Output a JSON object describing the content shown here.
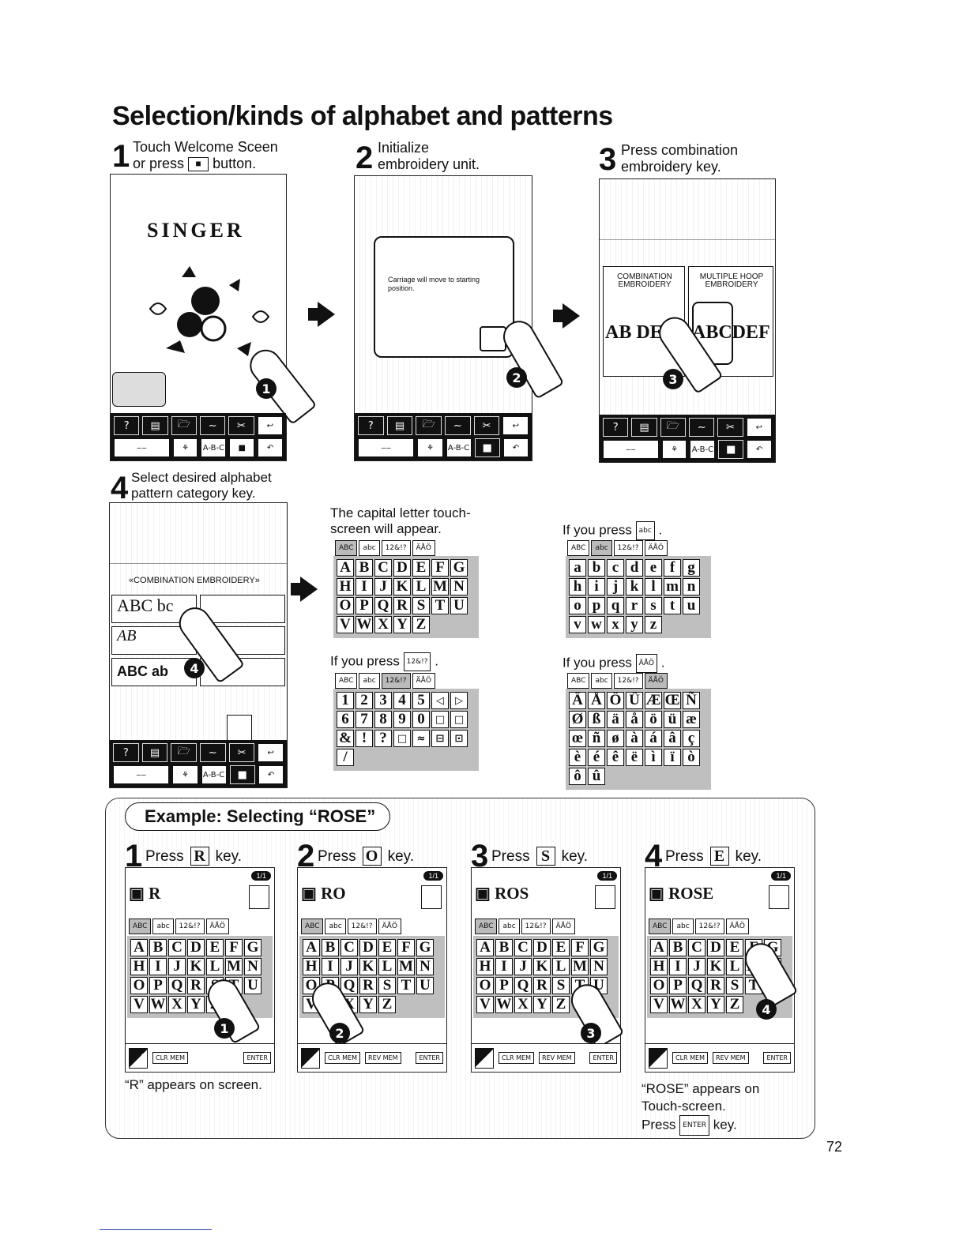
{
  "page": {
    "title": "Selection/kinds of alphabet and patterns",
    "page_number": "72"
  },
  "steps": [
    {
      "num": "1",
      "line1": "Touch Welcome Sceen",
      "line2_pre": "or press",
      "line2_post": "button."
    },
    {
      "num": "2",
      "line1": "Initialize",
      "line2": "embroidery unit."
    },
    {
      "num": "3",
      "line1": "Press combination",
      "line2": "embroidery key."
    },
    {
      "num": "4",
      "line1": "Select desired alphabet",
      "line2": "pattern category key."
    }
  ],
  "screens": {
    "welcome_brand": "SINGER",
    "carriage_message": "Carriage will move to starting position.",
    "combination_label": "COMBINATION EMBROIDERY",
    "multiple_hoop_label": "MULTIPLE HOOP EMBROIDERY",
    "combination_sample": "AB DEF",
    "multiple_sample": "ABCDEF",
    "category_header": "«COMBINATION EMBROIDERY»",
    "category_sample1": "ABC bc",
    "category_sample2": "AB",
    "category_sample3": "ABC ab"
  },
  "toolbar": {
    "help": "?",
    "abc": "A-B-C"
  },
  "keyboards": {
    "tabs": [
      "ABC",
      "abc",
      "12&!?",
      "ÄÅÖ"
    ],
    "capital_caption": "The capital letter touch-screen will appear.",
    "lower_caption_pre": "If you press",
    "lower_key": "abc",
    "numbers_caption_pre": "If you press",
    "numbers_key": "12&!?",
    "accent_caption_pre": "If you press",
    "accent_key": "ÄÅÖ",
    "capital_rows": [
      [
        "A",
        "B",
        "C",
        "D",
        "E",
        "F",
        "G"
      ],
      [
        "H",
        "I",
        "J",
        "K",
        "L",
        "M",
        "N"
      ],
      [
        "O",
        "P",
        "Q",
        "R",
        "S",
        "T",
        "U"
      ],
      [
        "V",
        "W",
        "X",
        "Y",
        "Z"
      ]
    ],
    "lower_rows": [
      [
        "a",
        "b",
        "c",
        "d",
        "e",
        "f",
        "g"
      ],
      [
        "h",
        "i",
        "j",
        "k",
        "l",
        "m",
        "n"
      ],
      [
        "o",
        "p",
        "q",
        "r",
        "s",
        "t",
        "u"
      ],
      [
        "v",
        "w",
        "x",
        "y",
        "z"
      ]
    ],
    "number_rows": [
      [
        "1",
        "2",
        "3",
        "4",
        "5",
        "◁",
        "▷"
      ],
      [
        "6",
        "7",
        "8",
        "9",
        "0",
        "□",
        "□"
      ],
      [
        "&",
        "!",
        "?",
        "□",
        "≈",
        "⊟",
        "⊡"
      ],
      [
        "/"
      ]
    ],
    "accent_rows": [
      [
        "Ä",
        "Å",
        "Ö",
        "Ü",
        "Æ",
        "Œ",
        "Ñ"
      ],
      [
        "Ø",
        "ß",
        "ä",
        "å",
        "ö",
        "ü",
        "æ"
      ],
      [
        "œ",
        "ñ",
        "ø",
        "à",
        "á",
        "â",
        "ç"
      ],
      [
        "è",
        "é",
        "ê",
        "ë",
        "ì",
        "ï",
        "ò"
      ],
      [
        "ô",
        "û"
      ]
    ]
  },
  "example": {
    "title": "Example: Selecting “ROSE”",
    "steps": [
      {
        "num": "1",
        "pre": "Press",
        "letter": "R",
        "post": "key.",
        "display": "R"
      },
      {
        "num": "2",
        "pre": "Press",
        "letter": "O",
        "post": "key.",
        "display": "RO"
      },
      {
        "num": "3",
        "pre": "Press",
        "letter": "S",
        "post": "key.",
        "display": "ROS"
      },
      {
        "num": "4",
        "pre": "Press",
        "letter": "E",
        "post": "key.",
        "display": "ROSE"
      }
    ],
    "page_indicator": "1/1",
    "clr_mem": "CLR MEM",
    "rev_mem": "REV MEM",
    "enter": "ENTER",
    "note1": "“R” appears on screen.",
    "note2_a": "“ROSE” appears on",
    "note2_b": "Touch-screen.",
    "note2_c_pre": "Press",
    "note2_c_post": "key."
  }
}
